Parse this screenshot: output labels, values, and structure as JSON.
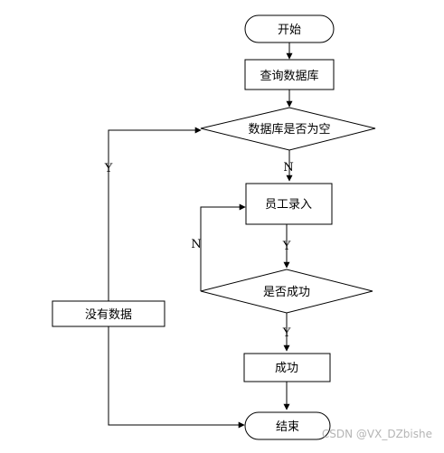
{
  "flowchart": {
    "nodes": {
      "start": "开始",
      "query_db": "查询数据库",
      "db_empty": "数据库是否为空",
      "no_data": "没有数据",
      "employee_entry": "员工录入",
      "success_check": "是否成功",
      "success": "成功",
      "end": "结束"
    },
    "edge_labels": {
      "empty_yes": "Y",
      "empty_no": "N",
      "entry_to_check": "Y",
      "check_no": "N",
      "check_yes": "Y"
    }
  },
  "watermark": "CSDN @VX_DZbishe"
}
